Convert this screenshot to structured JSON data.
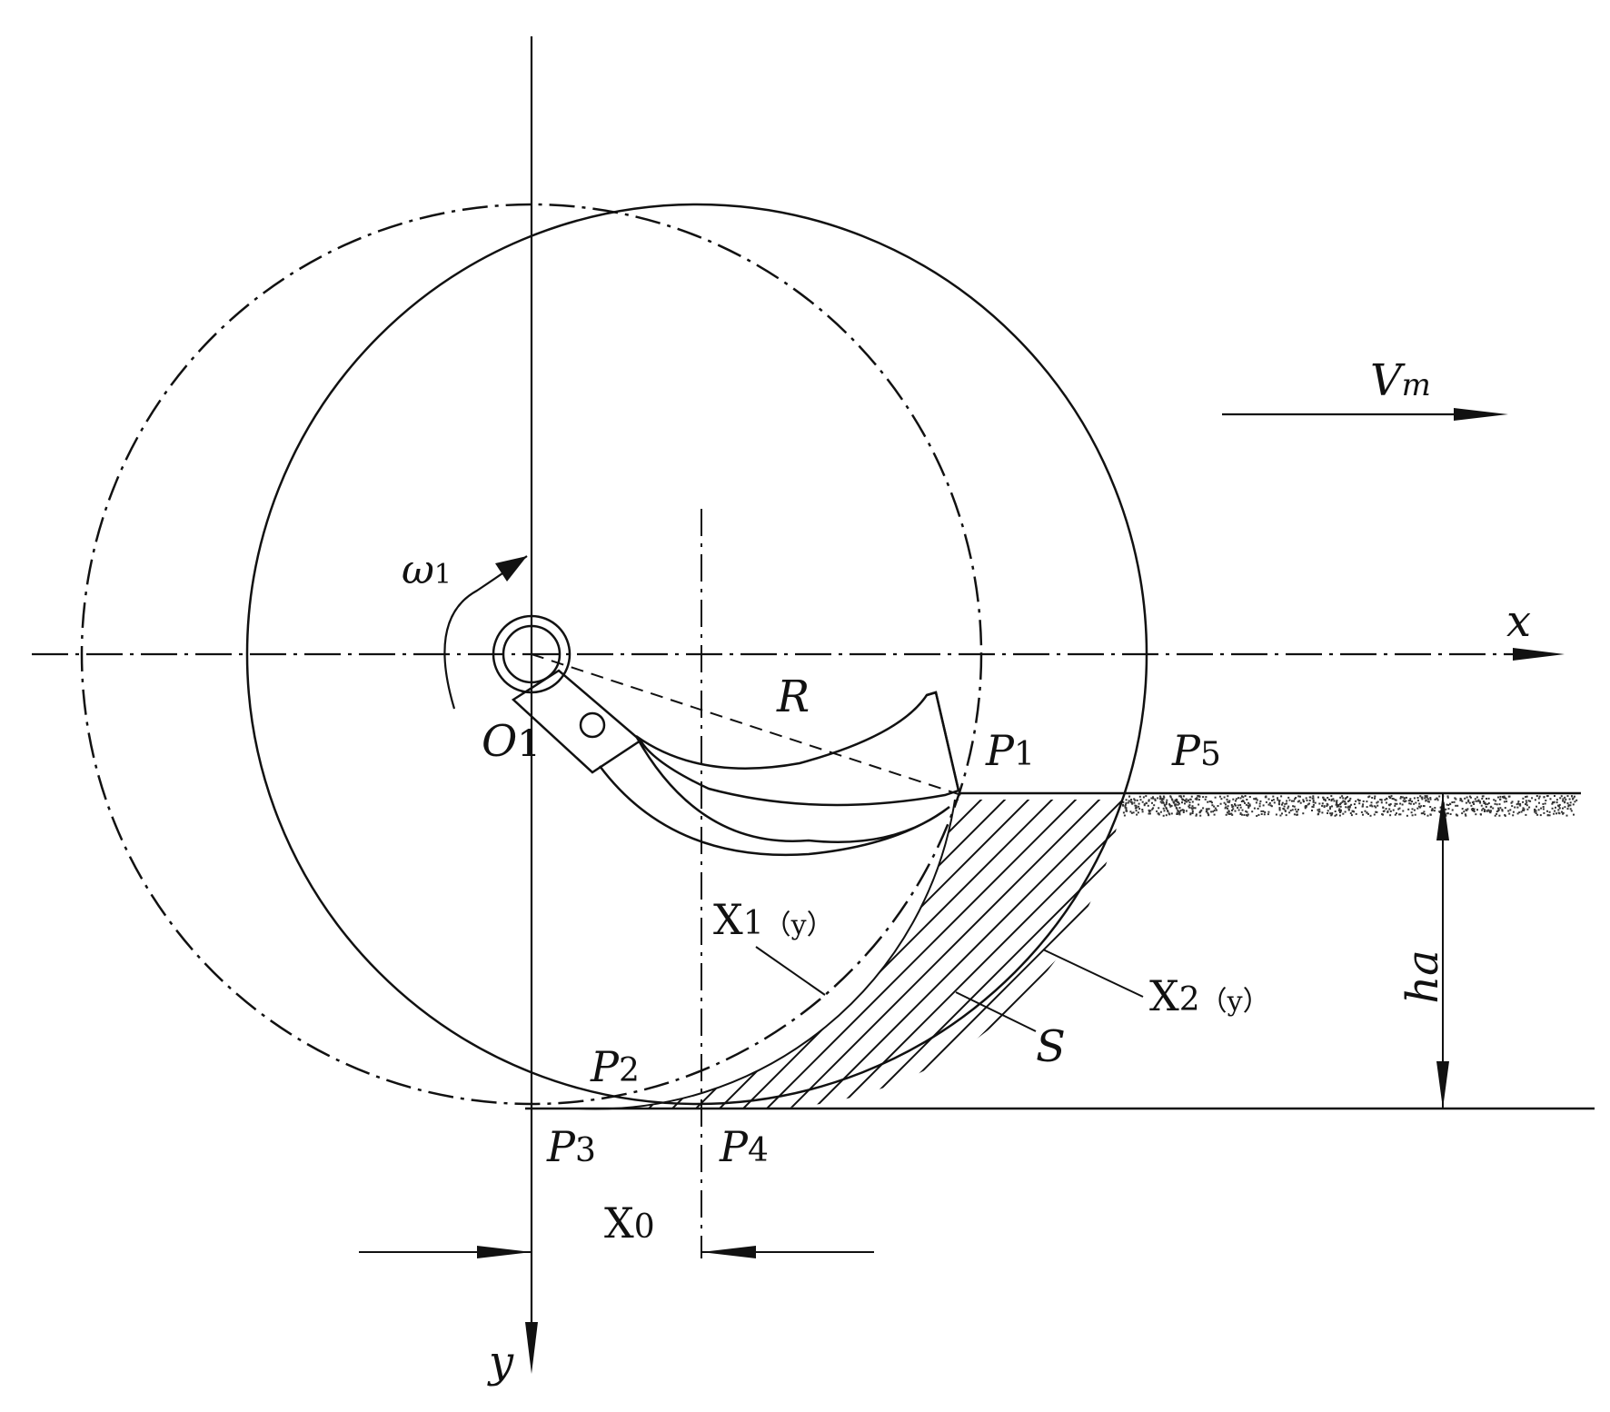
{
  "labels": {
    "velocity": {
      "main": "V",
      "sub": "m"
    },
    "omega": {
      "main": "ω",
      "sub": "1"
    },
    "x_axis": "x",
    "y_axis": "y",
    "origin": {
      "main": "O",
      "sub": "1"
    },
    "radius": "R",
    "p1": {
      "main": "P",
      "sub": "1"
    },
    "p2": {
      "main": "P",
      "sub": "2"
    },
    "p3": {
      "main": "P",
      "sub": "3"
    },
    "p4": {
      "main": "P",
      "sub": "4"
    },
    "p5": {
      "main": "P",
      "sub": "5"
    },
    "depth": {
      "main": "h",
      "sub": "a"
    },
    "x0": {
      "main": "X",
      "sub": "0"
    },
    "x1": {
      "main": "X",
      "sub": "1",
      "arg": "（y）"
    },
    "x2": {
      "main": "X",
      "sub": "2",
      "arg": "（y）"
    },
    "area": "S"
  },
  "colors": {
    "ink": "#111111",
    "background": "#ffffff"
  }
}
